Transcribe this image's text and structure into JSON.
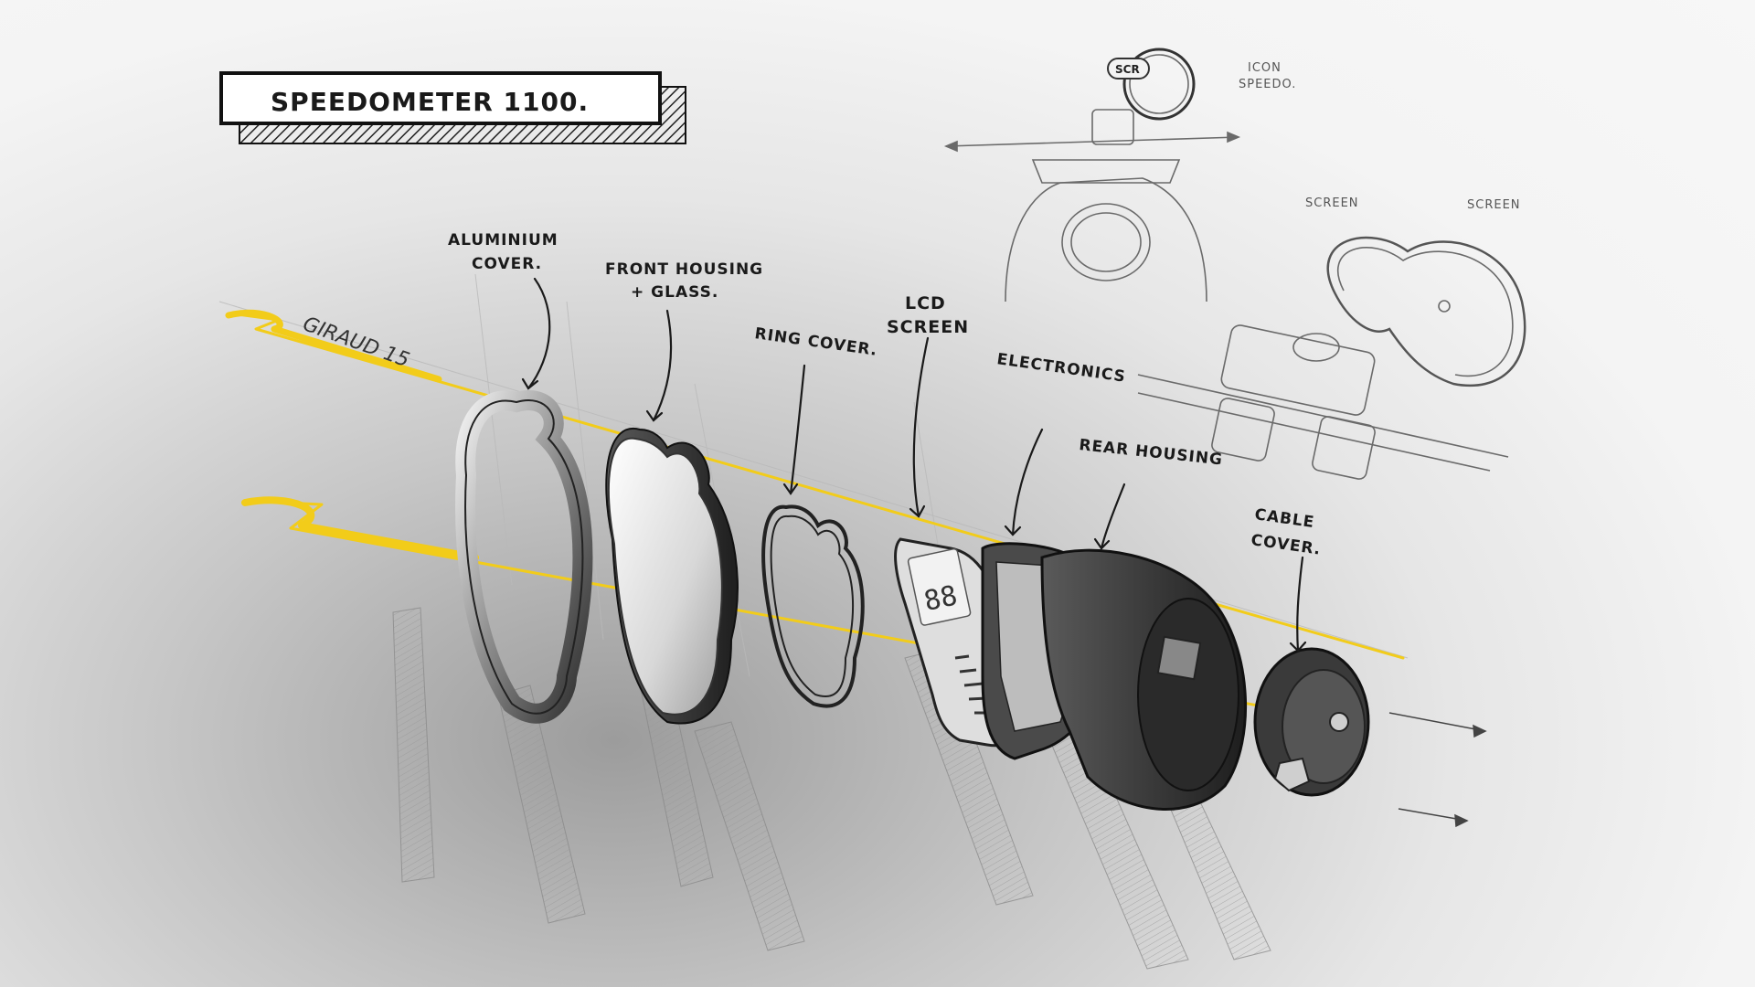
{
  "title": "SPEEDOMETER 1100.",
  "signature": "GIRAUD 15",
  "labels": {
    "aluminium_cover": [
      "ALUMINIUM",
      "COVER."
    ],
    "front_housing": [
      "FRONT HOUSING",
      "+ GLASS."
    ],
    "ring_cover": "RING COVER.",
    "lcd_screen": [
      "LCD",
      "SCREEN"
    ],
    "electronics": "ELECTRONICS",
    "rear_housing": "REAR HOUSING",
    "cable_cover": [
      "CABLE",
      "COVER."
    ]
  },
  "sketch_labels": {
    "icon_speedo": [
      "ICON",
      "SPEEDO."
    ],
    "scr": "SCR",
    "screen_left": "SCREEN",
    "screen_right": "SCREEN"
  },
  "lcd_digits": "88",
  "colors": {
    "accent_yellow": "#f2cc1a",
    "ink": "#1a1a1a",
    "part_dark": "#3c3c3c",
    "part_light": "#e9e9e9"
  }
}
